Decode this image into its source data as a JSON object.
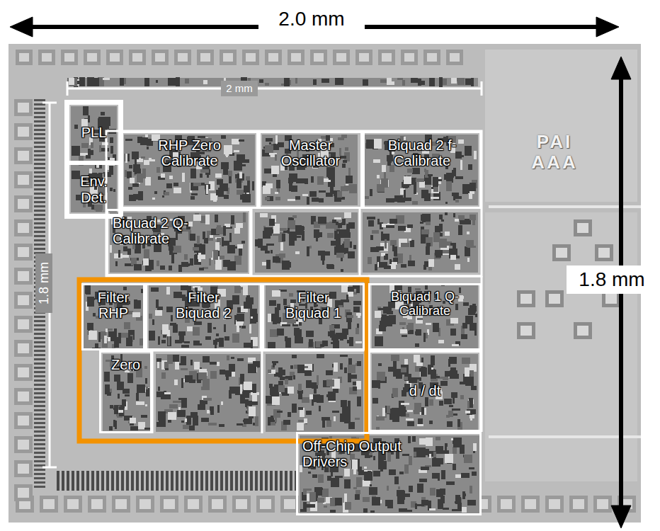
{
  "diagram": {
    "nodes": [
      {
        "text": [
          "PLL"
        ]
      },
      {
        "text": [
          "Env. Det."
        ]
      },
      {
        "text": [
          "RHP Zero Calibrate"
        ]
      },
      {
        "text": [
          "Master Oscillator"
        ]
      },
      {
        "text": [
          "Biquad 2 f-Calibrate"
        ]
      },
      {
        "text": [
          "Biquad 2 Q-Calibrate"
        ]
      },
      {
        "text": [
          "Filter RHP"
        ]
      },
      {
        "text": [
          "Filter Biquad 2"
        ]
      },
      {
        "text": [
          "Filter Biquad 1"
        ]
      },
      {
        "text": [
          "Biquad 1 Q-Calibrate"
        ]
      },
      {
        "text": [
          "Zero"
        ]
      },
      {
        "text": [
          "d / dt"
        ]
      },
      {
        "text": [
          "Off-Chip Output Drivers"
        ]
      }
    ],
    "labels": [
      "2.0 mm",
      "2 mm",
      "1.8 mm",
      "1.8 mm",
      "PAI AAA"
    ]
  }
}
